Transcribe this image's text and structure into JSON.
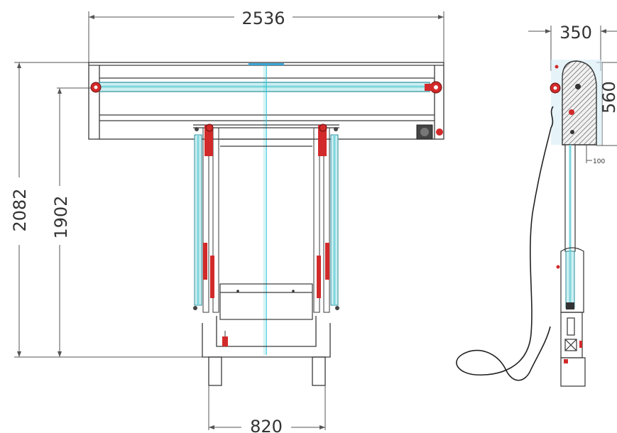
{
  "dimensions": {
    "overall_width": "2536",
    "overall_height": "2082",
    "rail_height": "1902",
    "base_width": "820",
    "side_depth": "350",
    "side_height": "560",
    "side_offset": "100"
  },
  "colors": {
    "frame": "#3a3a3a",
    "rail": "#7fd6dc",
    "fitting": "#d22a2a",
    "centerline": "#27c4d4",
    "dimension": "#555555",
    "housing_hatch": "#555555"
  },
  "icons": [
    "pulley-icon",
    "hook-icon",
    "motor-icon"
  ]
}
